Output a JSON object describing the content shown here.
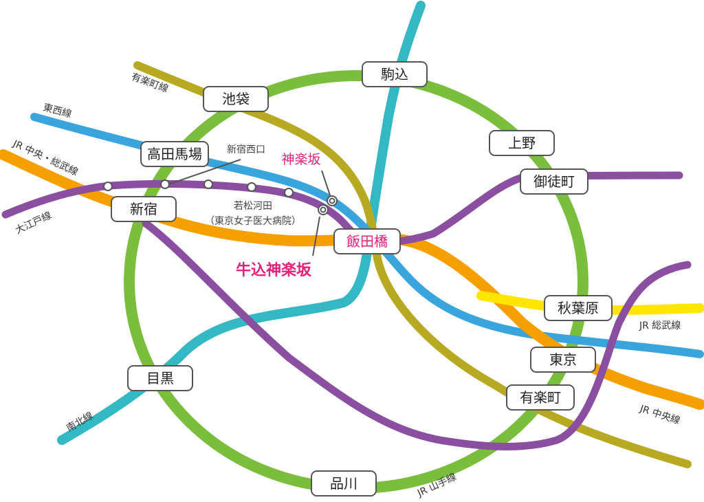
{
  "colors": {
    "yamanote": "#7bbd3c",
    "namboku": "#33b8c4",
    "yurakucho": "#b8a923",
    "tozai": "#3aa4dc",
    "chuo": "#f5a000",
    "sobu": "#ffe600",
    "oedo": "#8a4fa0",
    "highlight": "#e4207a"
  },
  "lines": {
    "yurakucho": "有楽町線",
    "tozai": "東西線",
    "chuo_sobu": "JR 中央・総武線",
    "oedo": "大江戸線",
    "namboku": "南北線",
    "yamanote": "JR 山手線",
    "sobu": "JR 総武線",
    "chuo": "JR 中央線"
  },
  "stations": {
    "komagome": "駒込",
    "ikebukuro": "池袋",
    "ueno": "上野",
    "takadanobaba": "高田馬場",
    "okachimachi": "御徒町",
    "shinjuku": "新宿",
    "iidabashi": "飯田橋",
    "akihabara": "秋葉原",
    "tokyo": "東京",
    "meguro": "目黒",
    "yurakucho": "有楽町",
    "shinagawa": "品川"
  },
  "minor": {
    "shinjuku_nishiguchi": "新宿西口",
    "wakamatsu_line1": "若松河田",
    "wakamatsu_line2": "（東京女子医大病院）",
    "kagurazaka": "神楽坂",
    "ushigome_kagurazaka": "牛込神楽坂"
  }
}
